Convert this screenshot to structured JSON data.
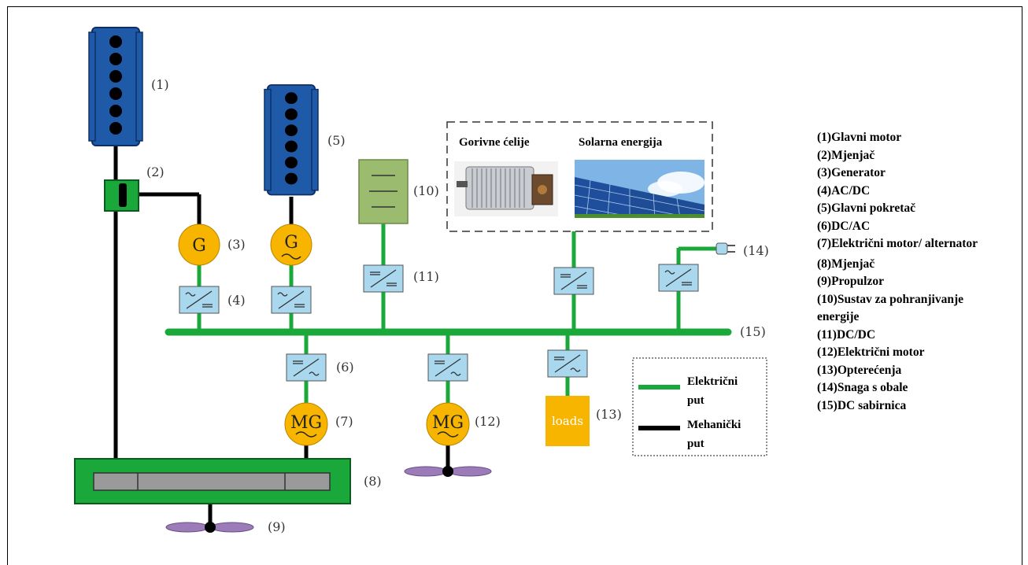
{
  "labels": {
    "n1": "(1)",
    "n2": "(2)",
    "n3": "(3)",
    "n4": "(4)",
    "n5": "(5)",
    "n6": "(6)",
    "n7": "(7)",
    "n8": "(8)",
    "n9": "(9)",
    "n10": "(10)",
    "n11": "(11)",
    "n12": "(12)",
    "n13": "(13)",
    "n14": "(14)",
    "n15": "(15)"
  },
  "symbols": {
    "generator": "G",
    "motor_generator": "MG",
    "loads": "loads"
  },
  "renewables": {
    "fuel_cells": "Gorivne ćelije",
    "solar": "Solarna energija"
  },
  "path_legend": {
    "electric_line1": "Električni",
    "electric_line2": "put",
    "mechanical_line1": "Mehanički",
    "mechanical_line2": "put"
  },
  "component_list": [
    "(1)Glavni motor",
    "(2)Mjenjač",
    "(3)Generator",
    "(4)AC/DC",
    "(5)Glavni pokretač",
    "(6)DC/AC",
    "(7)Električni motor/ alternator",
    "(8)Mjenjač",
    "(9)Propulzor",
    "(10)Sustav za pohranjivanje energije",
    "(11)DC/DC",
    "(12)Električni motor",
    "(13)Opterećenja",
    "(14)Snaga s obale",
    "(15)DC sabirnica"
  ],
  "colors": {
    "electric": "#1aa83a",
    "mechanical": "#000000",
    "engine": "#1f5aa8",
    "generator": "#f7b500",
    "converter": "#a9d8ee",
    "gearbox": "#1aa83a",
    "storage": "#9bbb6e",
    "loads": "#f7b500",
    "propeller": "#9b7bb8"
  }
}
